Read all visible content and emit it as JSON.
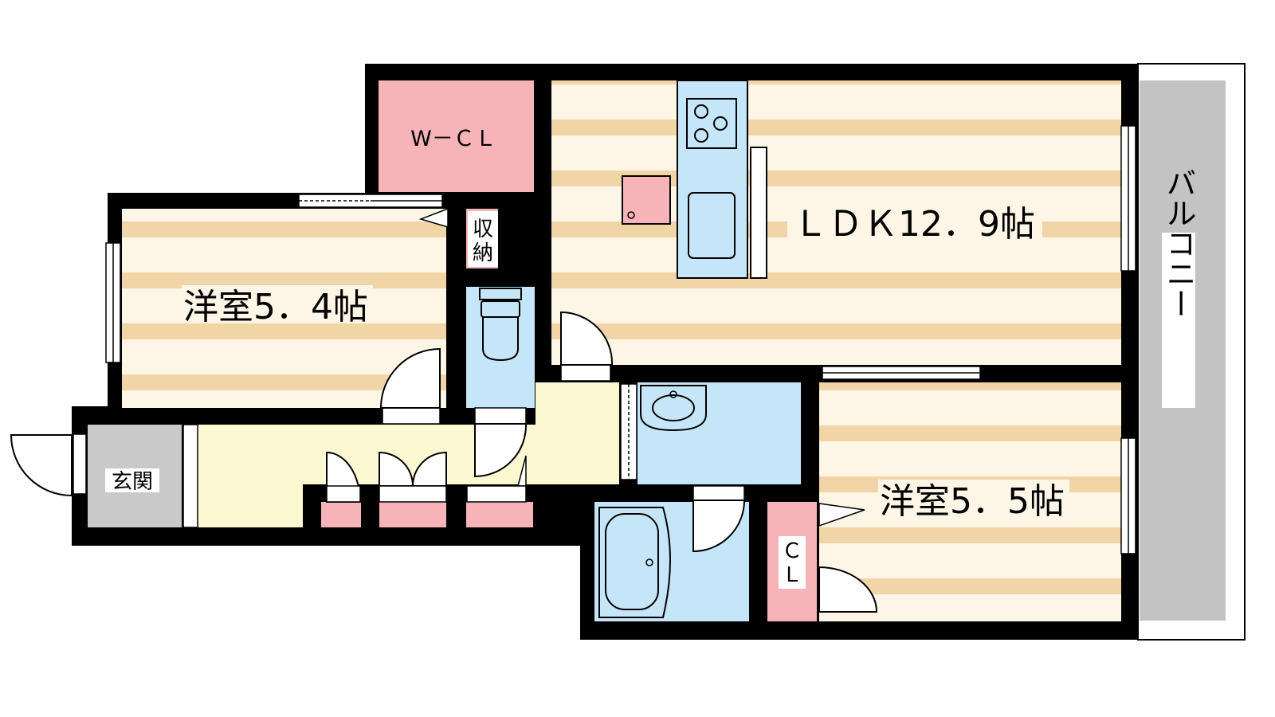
{
  "rooms": {
    "walk_in_closet": {
      "label": "W－ＣＬ"
    },
    "storage": {
      "label": "収納"
    },
    "ldk": {
      "label": "ＬＤＫ12．9帖"
    },
    "western_room_1": {
      "label": "洋室5．4帖"
    },
    "western_room_2": {
      "label": "洋室5．5帖"
    },
    "entrance": {
      "label": "玄関"
    },
    "closet": {
      "label": "ＣＬ"
    },
    "balcony": {
      "label": "バルコニー"
    }
  },
  "colors": {
    "wall": "#000000",
    "wood_stripe": "#f2d5a6",
    "wood_base": "#fdf6e6",
    "storage_pink": "#f7b4b8",
    "wet_blue": "#c4e6f8",
    "corridor_yellow": "#fcf9d2",
    "entrance_gray": "#c9c9c9",
    "balcony_gray": "#c3c3c3"
  }
}
